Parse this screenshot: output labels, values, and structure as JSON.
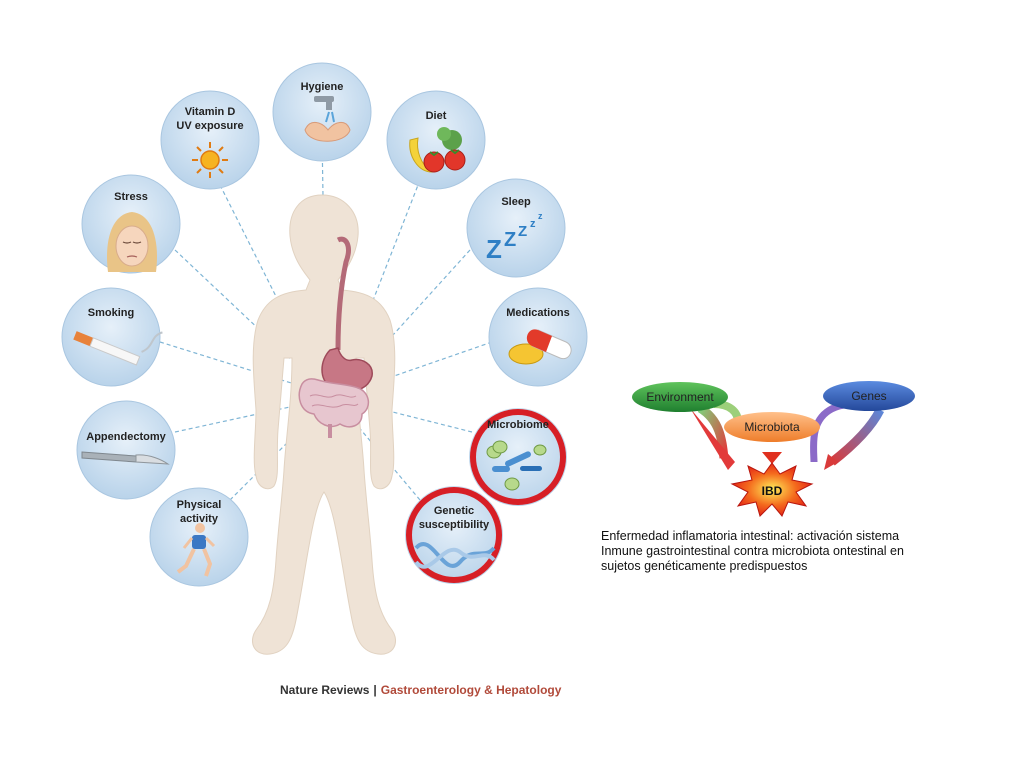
{
  "factors": {
    "hygiene": {
      "label": "Hygiene",
      "highlighted": false,
      "icon": "faucet-hands-icon"
    },
    "vitamin_d": {
      "label_line1": "Vitamin D",
      "label_line2": "UV exposure",
      "highlighted": false,
      "icon": "sun-icon"
    },
    "diet": {
      "label": "Diet",
      "highlighted": false,
      "icon": "fruit-vegetables-icon"
    },
    "stress": {
      "label": "Stress",
      "highlighted": false,
      "icon": "stressed-face-icon"
    },
    "sleep": {
      "label": "Sleep",
      "highlighted": false,
      "icon": "zzz-icon",
      "icon_text": "ZZZzz"
    },
    "smoking": {
      "label": "Smoking",
      "highlighted": false,
      "icon": "cigarette-icon"
    },
    "medications": {
      "label": "Medications",
      "highlighted": false,
      "icon": "pills-icon"
    },
    "appendectomy": {
      "label": "Appendectomy",
      "highlighted": false,
      "icon": "scalpel-icon"
    },
    "microbiome": {
      "label": "Microbiome",
      "highlighted": true,
      "icon": "bacteria-icon"
    },
    "physical_activity": {
      "label_line1": "Physical",
      "label_line2": "activity",
      "highlighted": false,
      "icon": "runner-icon"
    },
    "genetic": {
      "label_line1": "Genetic",
      "label_line2": "susceptibility",
      "highlighted": true,
      "icon": "dna-helix-icon"
    }
  },
  "credit": {
    "journal": "Nature Reviews",
    "separator": "|",
    "section": "Gastroenterology & Hepatology"
  },
  "ibd_diagram": {
    "environment": "Environment",
    "microbiota": "Microbiota",
    "genes": "Genes",
    "target": "IBD"
  },
  "caption": {
    "line1": "Enfermedad inflamatoria intestinal: activación sistema",
    "line2": "Inmune gastrointestinal contra microbiota ontestinal en",
    "line3": "sujetos genéticamente predispuestos"
  },
  "colors": {
    "circle_fill": "#c7dcef",
    "highlight_ring": "#d71f26",
    "dash_line": "#7fb5d5",
    "environment": "#2e9a3e",
    "microbiota": "#f08a3c",
    "genes": "#2f5fb3",
    "ibd_burst": "#e8231b"
  }
}
